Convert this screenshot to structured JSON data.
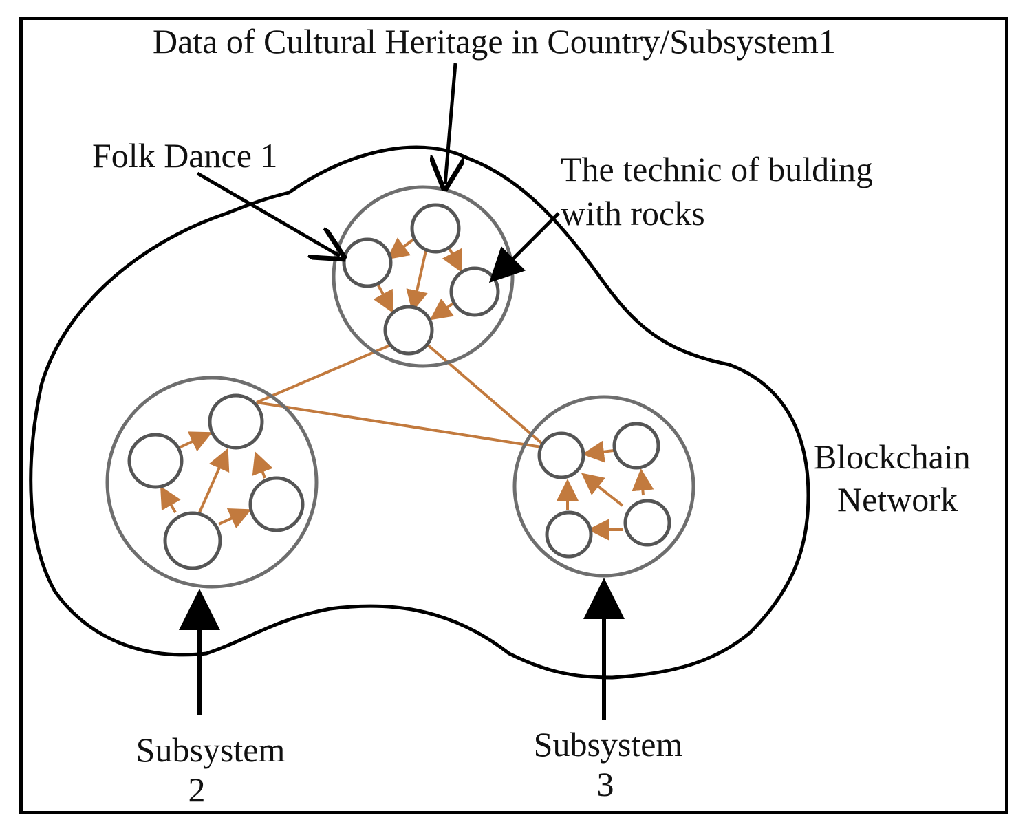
{
  "labels": {
    "top_title": "Data of Cultural Heritage in Country/Subsystem1",
    "folk_dance": "Folk Dance 1",
    "technic_line1": "The technic of bulding",
    "technic_line2": "with rocks",
    "blockchain_line1": "Blockchain",
    "blockchain_line2": "Network",
    "subsystem2_line1": "Subsystem",
    "subsystem2_line2": "2",
    "subsystem3_line1": "Subsystem",
    "subsystem3_line2": "3"
  },
  "colors": {
    "frame": "#000000",
    "blob_outline": "#000000",
    "arrow": "#000000",
    "subsystem_ring": "#6e6e6e",
    "node_ring": "#555555",
    "link": "#c27a3e"
  }
}
